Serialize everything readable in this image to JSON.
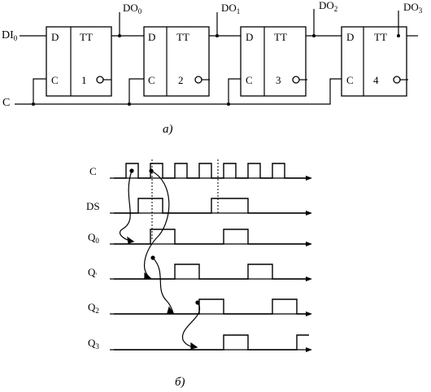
{
  "circuit": {
    "input_label": "DI",
    "input_sub": "0",
    "clock_label": "C",
    "caption": "а)",
    "flipflops": [
      {
        "d": "D",
        "tt": "TT",
        "c": "C",
        "num": "1",
        "out": "DO",
        "out_sub": "0"
      },
      {
        "d": "D",
        "tt": "TT",
        "c": "C",
        "num": "2",
        "out": "DO",
        "out_sub": "1"
      },
      {
        "d": "D",
        "tt": "TT",
        "c": "C",
        "num": "3",
        "out": "DO",
        "out_sub": "2"
      },
      {
        "d": "D",
        "tt": "TT",
        "c": "C",
        "num": "4",
        "out": "DO",
        "out_sub": "3"
      }
    ]
  },
  "timing": {
    "caption": "б)",
    "signals": [
      {
        "label": "C",
        "sub": "",
        "levels": "0101010101010100"
      },
      {
        "label": "DS",
        "sub": "",
        "levels": "0011000011100000"
      },
      {
        "label": "Q",
        "sub": "0",
        "levels": "0001100001100000"
      },
      {
        "label": "Q",
        "sub": "'",
        "levels": "0000011000011000"
      },
      {
        "label": "Q",
        "sub": "2",
        "levels": "0000000110000110"
      },
      {
        "label": "Q",
        "sub": "3",
        "levels": "0000000001100001"
      }
    ]
  }
}
